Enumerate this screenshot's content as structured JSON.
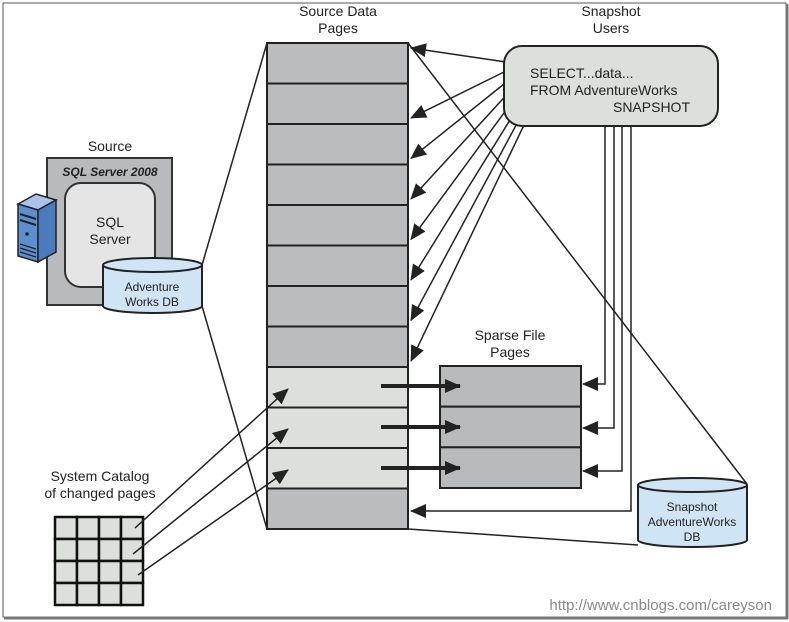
{
  "source": {
    "title": "Source",
    "server_box_title": "SQL Server 2008",
    "engine_label_line1": "SQL",
    "engine_label_line2": "Server",
    "db_line1": "Adventure",
    "db_line2": "Works DB"
  },
  "source_pages": {
    "title_line1": "Source Data",
    "title_line2": "Pages",
    "page_count": 12,
    "changed_pages": [
      8,
      9,
      10
    ],
    "colors": {
      "unchanged": "#bbbcbe",
      "changed": "#dcdfdc"
    }
  },
  "snapshot_users": {
    "title_line1": "Snapshot",
    "title_line2": "Users",
    "query_line1": "SELECT...data...",
    "query_line2": "FROM AdventureWorks",
    "query_line3": "SNAPSHOT"
  },
  "sparse_file": {
    "title_line1": "Sparse File",
    "title_line2": "Pages",
    "page_count": 3
  },
  "catalog": {
    "title_line1": "System Catalog",
    "title_line2": "of changed pages",
    "rows": 4,
    "cols": 4
  },
  "snapshot_db": {
    "line1": "Snapshot",
    "line2": "AdventureWorks",
    "line3": "DB"
  },
  "colors": {
    "db_fill": "#cfe4f5",
    "server_blue": "#5b8fd0",
    "box_gray": "#b9babc",
    "light_fill": "#dcdfdc",
    "stroke": "#222222"
  },
  "watermark": "http://www.cnblogs.com/careyson"
}
